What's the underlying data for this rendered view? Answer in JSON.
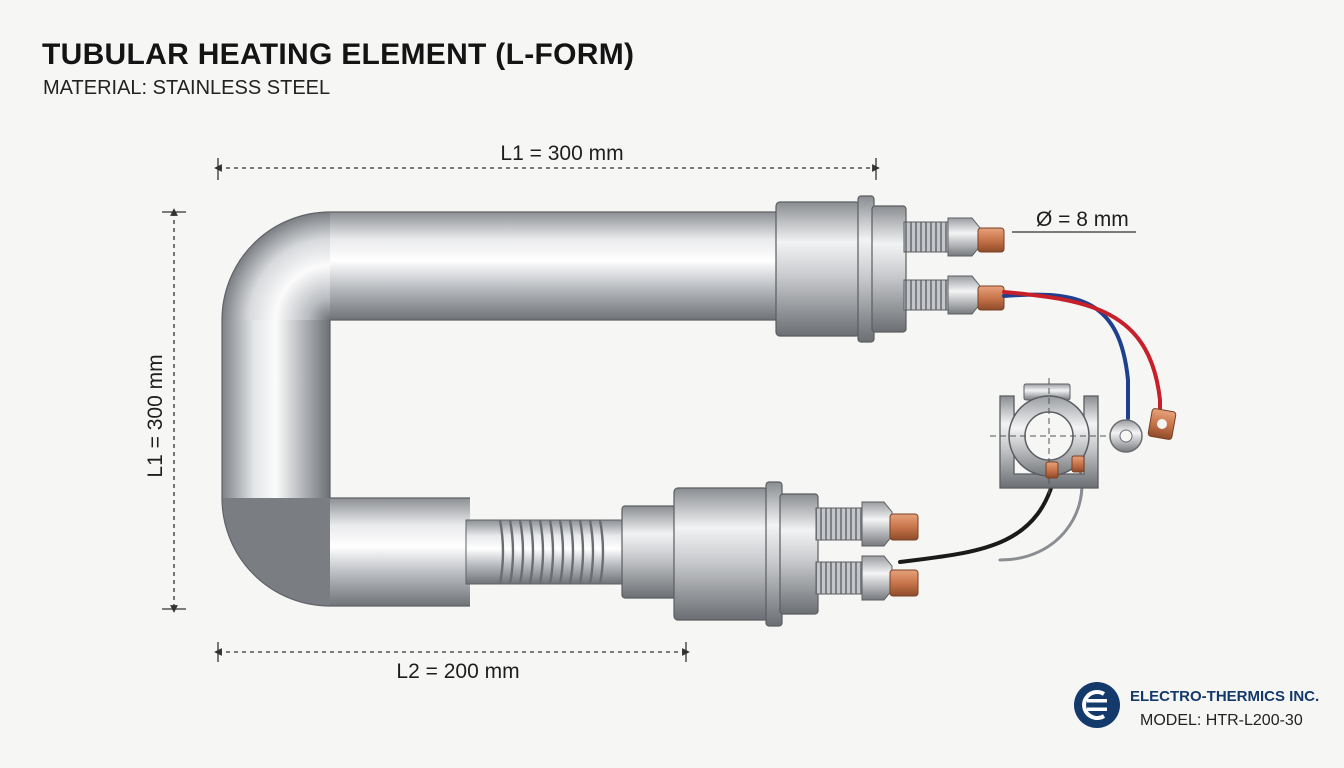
{
  "header": {
    "title": "TUBULAR HEATING ELEMENT (L-FORM)",
    "subtitle": "MATERIAL: STAINLESS STEEL"
  },
  "dimensions": {
    "top_length": "L1 = 300 mm",
    "side_length": "L1 = 300 mm",
    "bottom_length": "L2 = 200 mm",
    "diameter": "Ø = 8 mm"
  },
  "branding": {
    "company": "ELECTRO-THERMICS INC.",
    "model": "MODEL: HTR-L200-30",
    "logo_icon": "electro-thermics-logo-icon"
  },
  "colors": {
    "brand": "#133a6b",
    "wire_red": "#c8202a",
    "wire_blue": "#1f3f8f",
    "wire_black": "#1a1a1a",
    "copper": "#c9754a"
  }
}
